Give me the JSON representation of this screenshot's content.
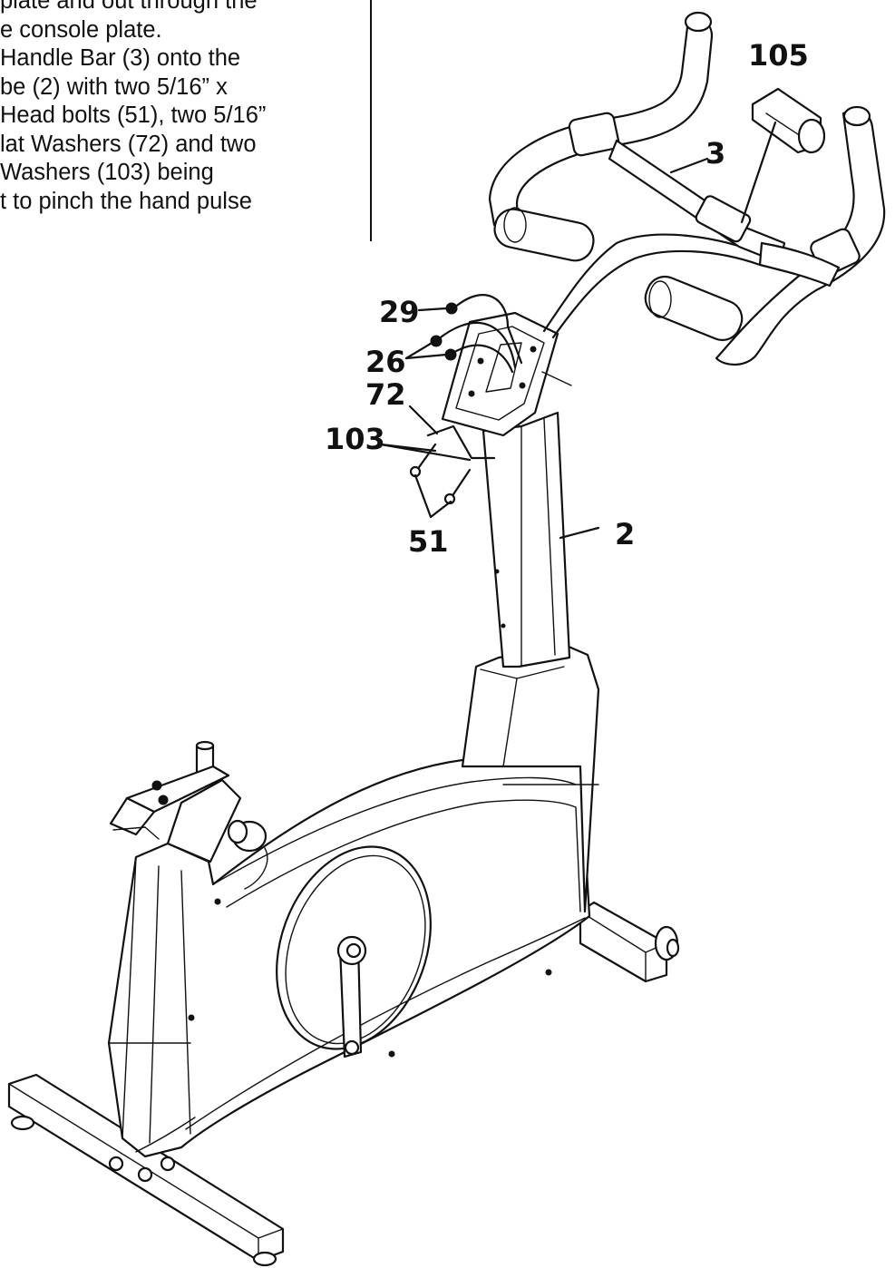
{
  "instructions": {
    "lines": [
      "plate and out through the",
      "e console plate.",
      "Handle Bar (3) onto the",
      "be (2) with two 5/16” x",
      "Head bolts (51), two 5/16”",
      "lat Washers (72) and two",
      "Washers (103) being",
      "t to pinch the hand pulse"
    ]
  },
  "callouts": {
    "c105": "105",
    "c3": "3",
    "c29": "29",
    "c26": "26",
    "c72": "72",
    "c103": "103",
    "c51": "51",
    "c2": "2"
  }
}
